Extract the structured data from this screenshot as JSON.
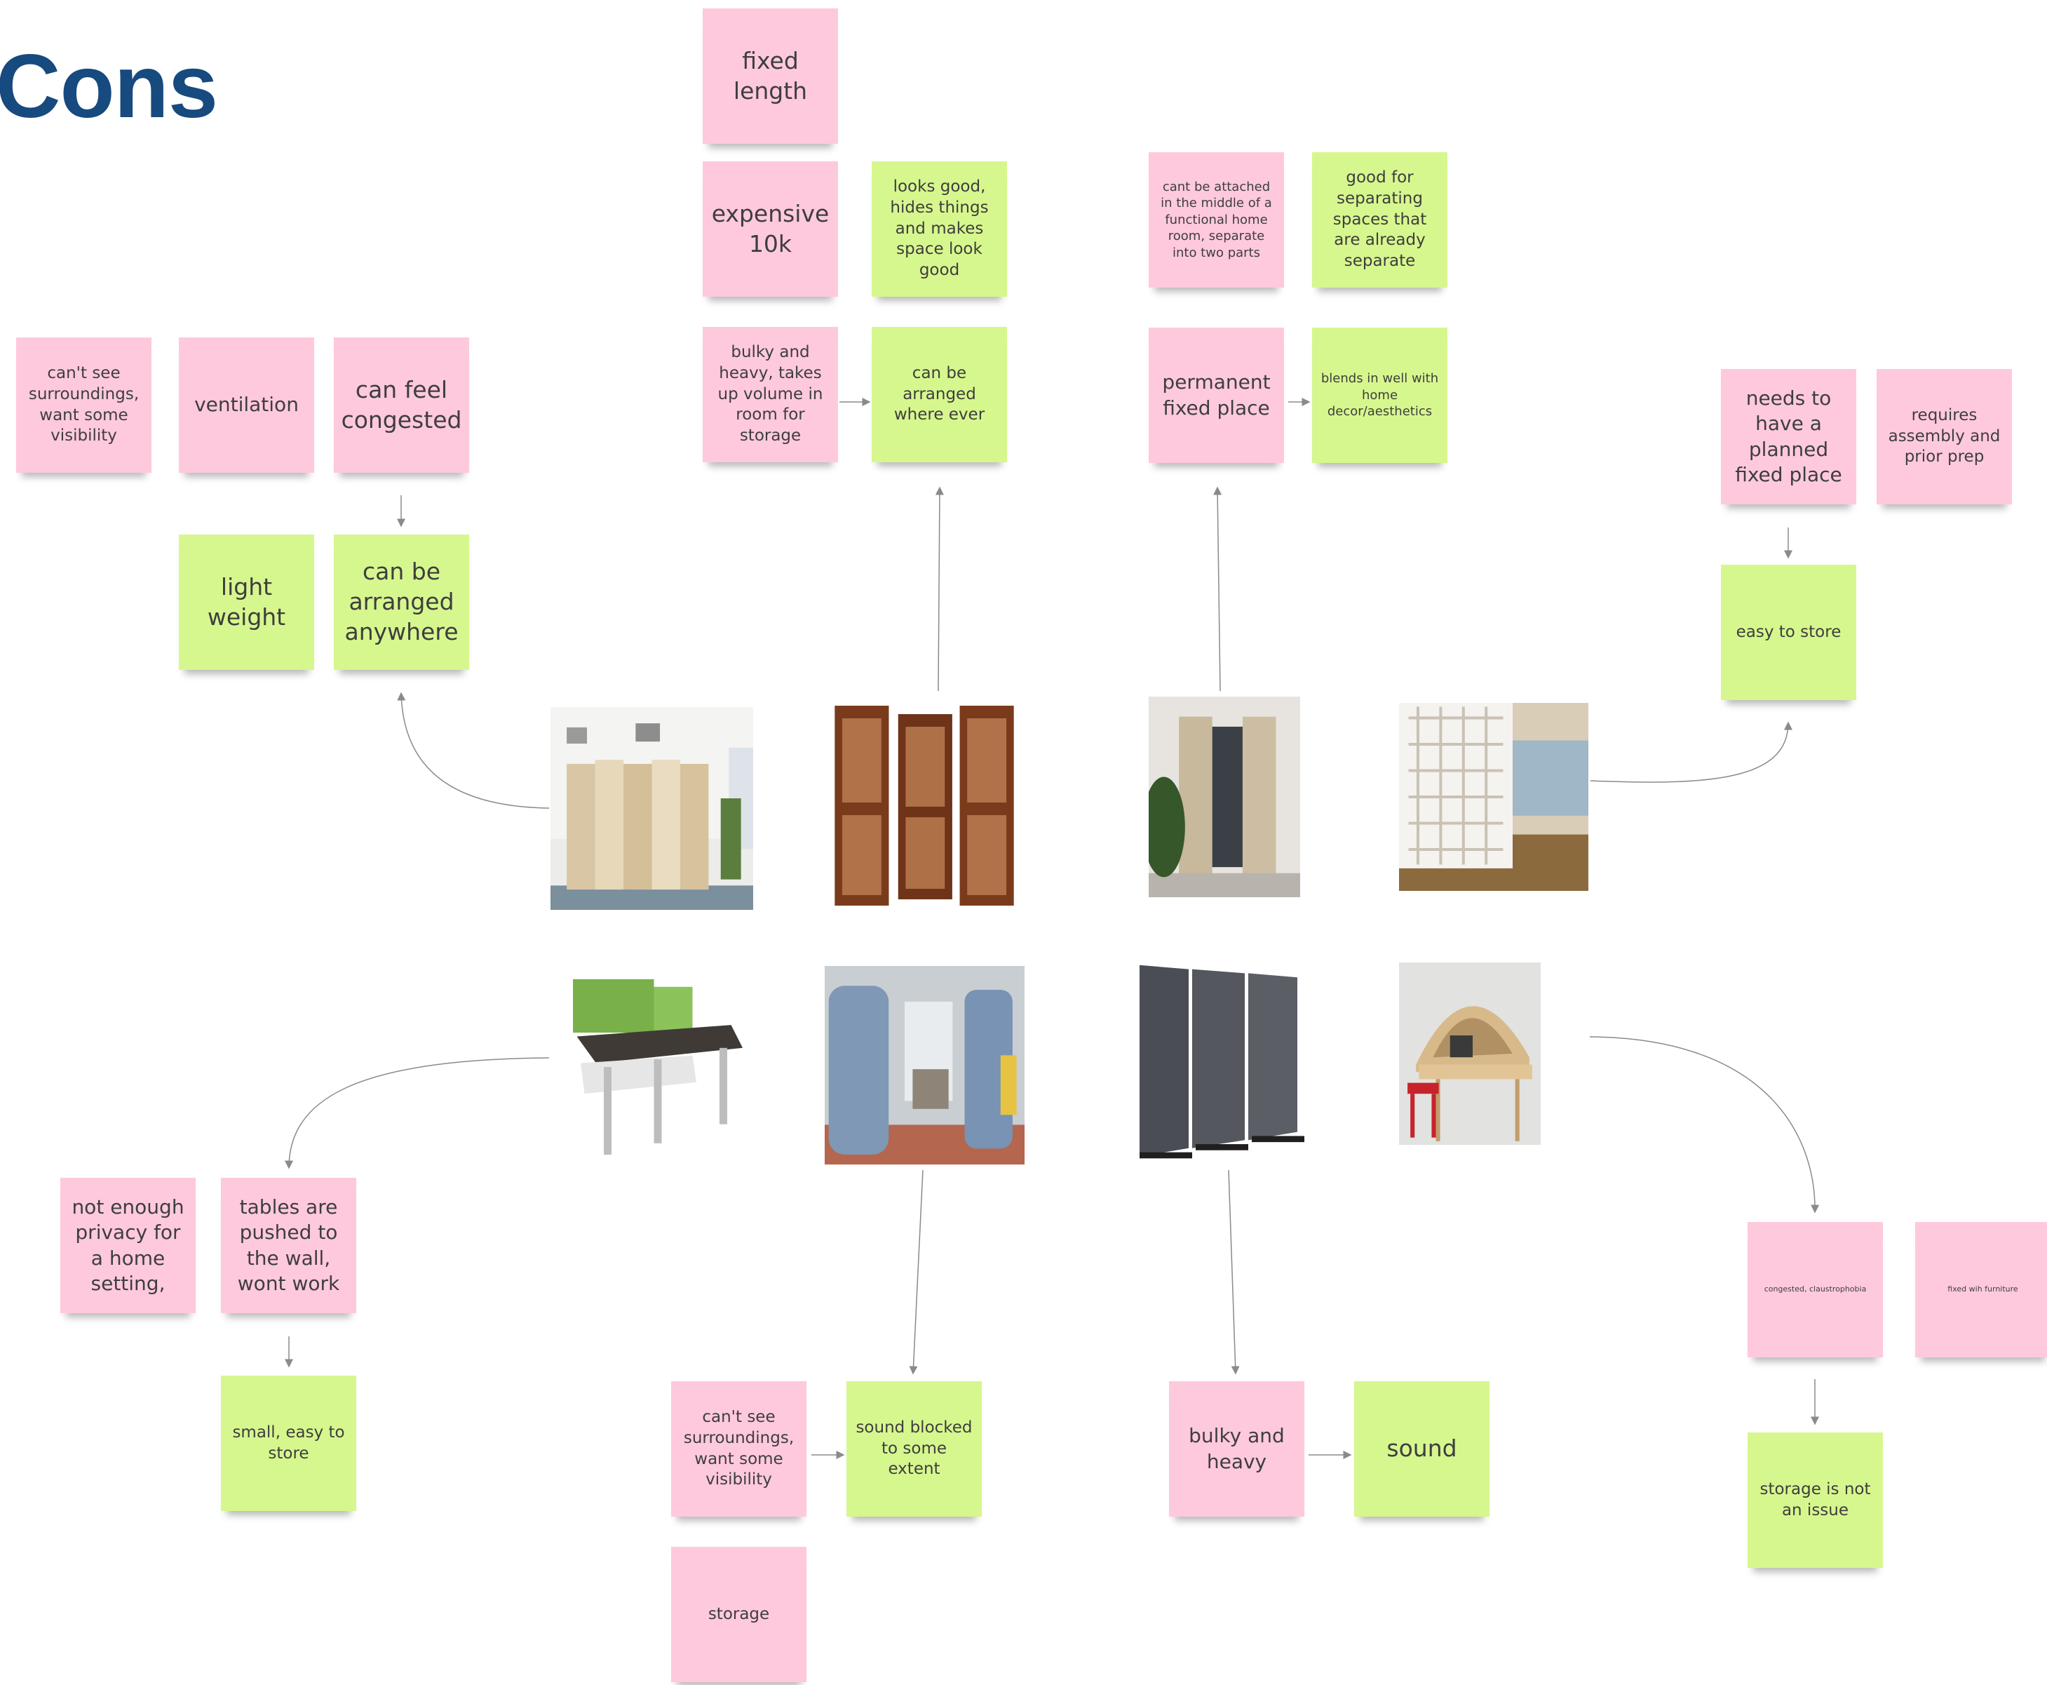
{
  "board": {
    "title": "Cons"
  },
  "notes": {
    "fixed_length": "fixed length",
    "expensive_10k": "expensive 10k",
    "looks_good": "looks good, hides things and makes space look good",
    "bulky_heavy_storage": "bulky and heavy, takes up volume in room for storage",
    "can_be_arranged_where_ever": "can be arranged where ever",
    "cant_be_attached": "cant be attached in the middle of a functional home room, separate into two parts",
    "good_for_separating": "good for separating spaces that are already separate",
    "permanent_fixed_place": "permanent fixed place",
    "blends_in_well": "blends in well with home decor/aesthetics",
    "cant_see_surroundings_1": "can't see surroundings, want some visibility",
    "ventilation": "ventilation",
    "can_feel_congested": "can feel congested",
    "light_weight": "light weight",
    "can_be_arranged_anywhere": "can be arranged anywhere",
    "needs_planned_place": "needs to have a planned fixed place",
    "requires_assembly": "requires assembly and prior prep",
    "easy_to_store": "easy to store",
    "not_enough_privacy": "not enough privacy for a home setting,",
    "tables_pushed": "tables are pushed to the wall, wont work",
    "small_easy_store": "small, easy to store",
    "cant_see_surroundings_2": "can't see surroundings, want some visibility",
    "sound_blocked": "sound blocked to some extent",
    "storage": "storage",
    "bulky_and_heavy": "bulky and heavy",
    "sound": "sound",
    "congested_claustrophobia": "congested, claustrophobia",
    "fixed_wih_furniture": "fixed wih furniture",
    "storage_not_issue": "storage is not an issue"
  },
  "photos": [
    {
      "name": "bamboo-folding-screen-photo"
    },
    {
      "name": "carved-wooden-screen-photo"
    },
    {
      "name": "curtain-doorway-photo"
    },
    {
      "name": "lattice-panel-room-photo"
    },
    {
      "name": "green-panel-desk-photo"
    },
    {
      "name": "acoustic-booth-photo"
    },
    {
      "name": "grey-acoustic-panels-photo"
    },
    {
      "name": "pod-desk-photo"
    }
  ],
  "colors": {
    "title": "#174a7e",
    "con_note": "#ffc9dd",
    "pro_note": "#d6f78e",
    "connector": "#8a8a8a"
  }
}
